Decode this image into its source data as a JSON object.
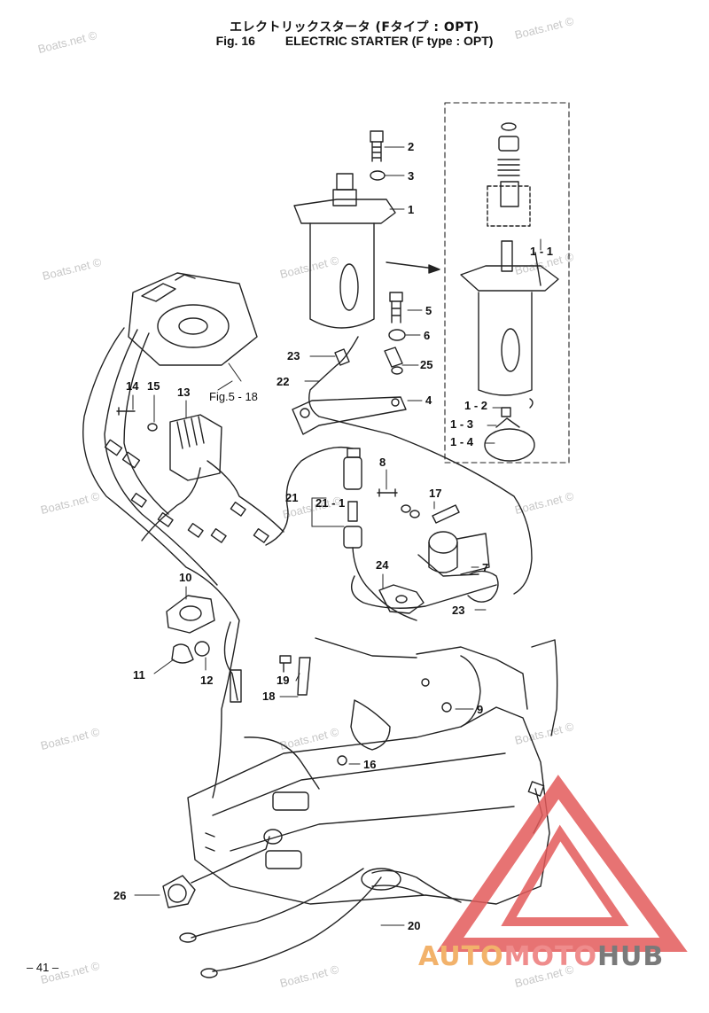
{
  "header": {
    "title_jp": "エレクトリックスタータ (Fタイプ : OPT)",
    "fig_label": "Fig. 16",
    "title_en": "ELECTRIC STARTER (F type : OPT)"
  },
  "callouts": [
    {
      "id": "c2",
      "label": "2"
    },
    {
      "id": "c3",
      "label": "3"
    },
    {
      "id": "c1",
      "label": "1"
    },
    {
      "id": "c1-1",
      "label": "1 - 1"
    },
    {
      "id": "c5",
      "label": "5"
    },
    {
      "id": "c6",
      "label": "6"
    },
    {
      "id": "c25",
      "label": "25"
    },
    {
      "id": "c23a",
      "label": "23"
    },
    {
      "id": "c22",
      "label": "22"
    },
    {
      "id": "c4",
      "label": "4"
    },
    {
      "id": "c1-2",
      "label": "1 - 2"
    },
    {
      "id": "c1-3",
      "label": "1 - 3"
    },
    {
      "id": "c1-4",
      "label": "1 - 4"
    },
    {
      "id": "c14",
      "label": "14"
    },
    {
      "id": "c15",
      "label": "15"
    },
    {
      "id": "c13",
      "label": "13"
    },
    {
      "id": "c8",
      "label": "8"
    },
    {
      "id": "c17",
      "label": "17"
    },
    {
      "id": "c21",
      "label": "21"
    },
    {
      "id": "c21-1",
      "label": "21 - 1"
    },
    {
      "id": "c24",
      "label": "24"
    },
    {
      "id": "c7",
      "label": "7"
    },
    {
      "id": "c23b",
      "label": "23"
    },
    {
      "id": "c10",
      "label": "10"
    },
    {
      "id": "c11",
      "label": "11"
    },
    {
      "id": "c12",
      "label": "12"
    },
    {
      "id": "c19",
      "label": "19"
    },
    {
      "id": "c18",
      "label": "18"
    },
    {
      "id": "c9",
      "label": "9"
    },
    {
      "id": "c16",
      "label": "16"
    },
    {
      "id": "c26",
      "label": "26"
    },
    {
      "id": "c20",
      "label": "20"
    }
  ],
  "reference": "Fig.5 - 18",
  "page_number": "– 41 –",
  "watermark": "Boats.net ©",
  "logo": {
    "part1": "AUTO",
    "part2": "MOTO",
    "part3": "HUB"
  },
  "colors": {
    "line": "#222222",
    "watermark": "#c7c7c7",
    "logo_red": "#e35b5b",
    "logo_orange": "#f2b26b",
    "logo_gray": "#7a7a7a"
  }
}
